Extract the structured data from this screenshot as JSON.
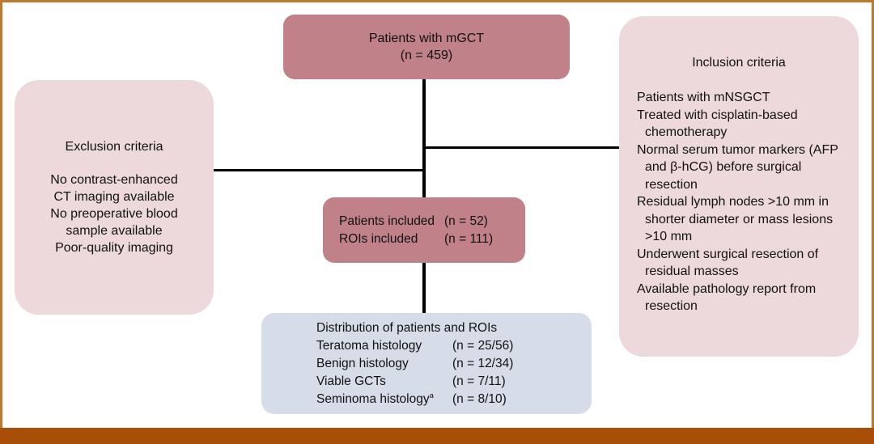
{
  "figure": {
    "type": "flowchart",
    "colors": {
      "box_dark_pink": "#C08189",
      "box_light_pink": "#EDD9DC",
      "box_light_blue": "#D6DDE8",
      "frame_thin": "#C0772F",
      "frame_bottom_bar": "#A84E08",
      "connector": "#000000"
    }
  },
  "top_box": {
    "line1": "Patients with mGCT",
    "line2": "(n = 459)"
  },
  "exclusion": {
    "heading": "Exclusion criteria",
    "items": [
      "No contrast-enhanced",
      "CT imaging available",
      "No preoperative blood",
      "sample available",
      "Poor-quality imaging"
    ]
  },
  "inclusion": {
    "heading": "Inclusion criteria",
    "items": [
      "Patients with mNSGCT",
      "Treated with cisplatin-based chemotherapy",
      "Normal serum tumor markers (AFP and β-hCG) before surgical resection",
      "Residual lymph nodes >10 mm in shorter diameter or mass lesions >10 mm",
      "Underwent surgical resection of residual masses",
      "Available pathology report from resection"
    ]
  },
  "included": {
    "rows": [
      {
        "label": "Patients included",
        "value": "(n = 52)"
      },
      {
        "label": "ROIs included",
        "value": "(n = 111)"
      }
    ]
  },
  "distribution": {
    "heading": "Distribution of patients and ROIs",
    "rows": [
      {
        "label": "Teratoma histology",
        "value": "(n =  25/56)"
      },
      {
        "label": "Benign histology",
        "value": "(n = 12/34)"
      },
      {
        "label": "Viable GCTs",
        "value": "(n = 7/11)"
      },
      {
        "label": "Seminoma histology",
        "superscript": "a",
        "value": "(n = 8/10)"
      }
    ]
  }
}
